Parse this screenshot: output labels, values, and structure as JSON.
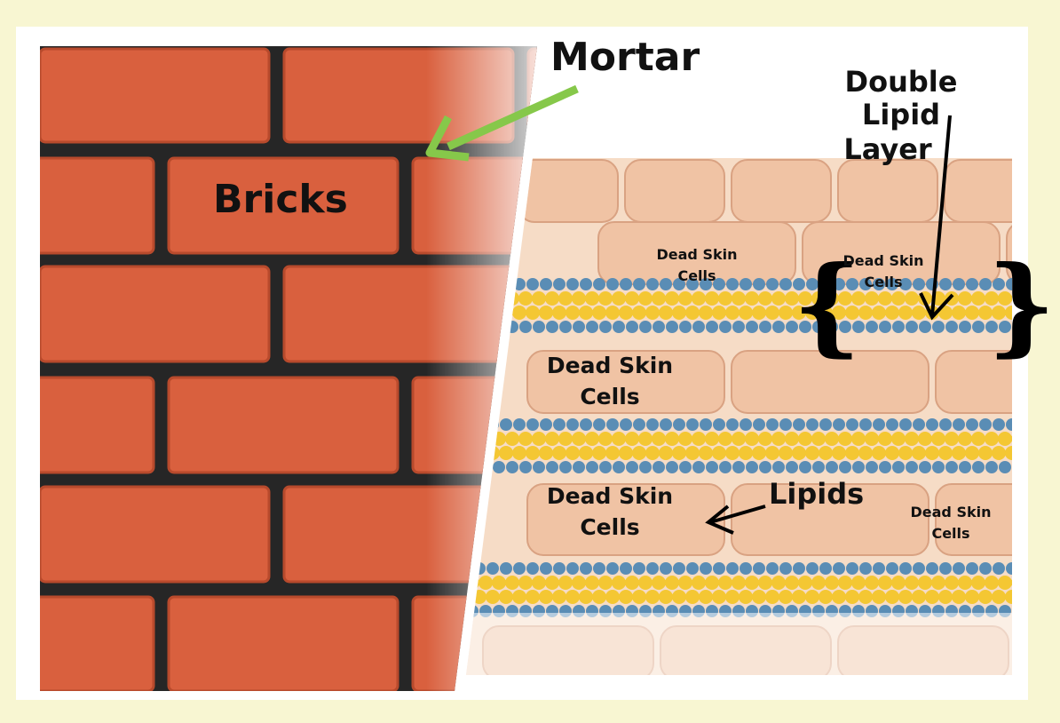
{
  "labels": {
    "mortar": "Mortar",
    "bricks": "Bricks",
    "double_lipid_line1": "Double Lipid",
    "double_lipid_line2": "Layer",
    "lipids": "Lipids",
    "dead_skin_1": {
      "line1": "Dead Skin",
      "line2": "Cells"
    },
    "dead_skin_2": {
      "line1": "Dead Skin",
      "line2": "Cells"
    },
    "dead_skin_3": {
      "line1": "Dead Skin",
      "line2": "Cells"
    },
    "dead_skin_4": {
      "line1": "Dead Skin",
      "line2": "Cells"
    },
    "dead_skin_5": {
      "line1": "Dead Skin",
      "line2": "Cells"
    }
  },
  "colors": {
    "background": "#f8f6d2",
    "brick": "#d9603e",
    "mortar": "#262626",
    "skin_cell": "#f0c3a4",
    "lipid_yellow": "#f4c733",
    "lipid_blue": "#5a8db5",
    "arrow_green": "#86c84a"
  }
}
